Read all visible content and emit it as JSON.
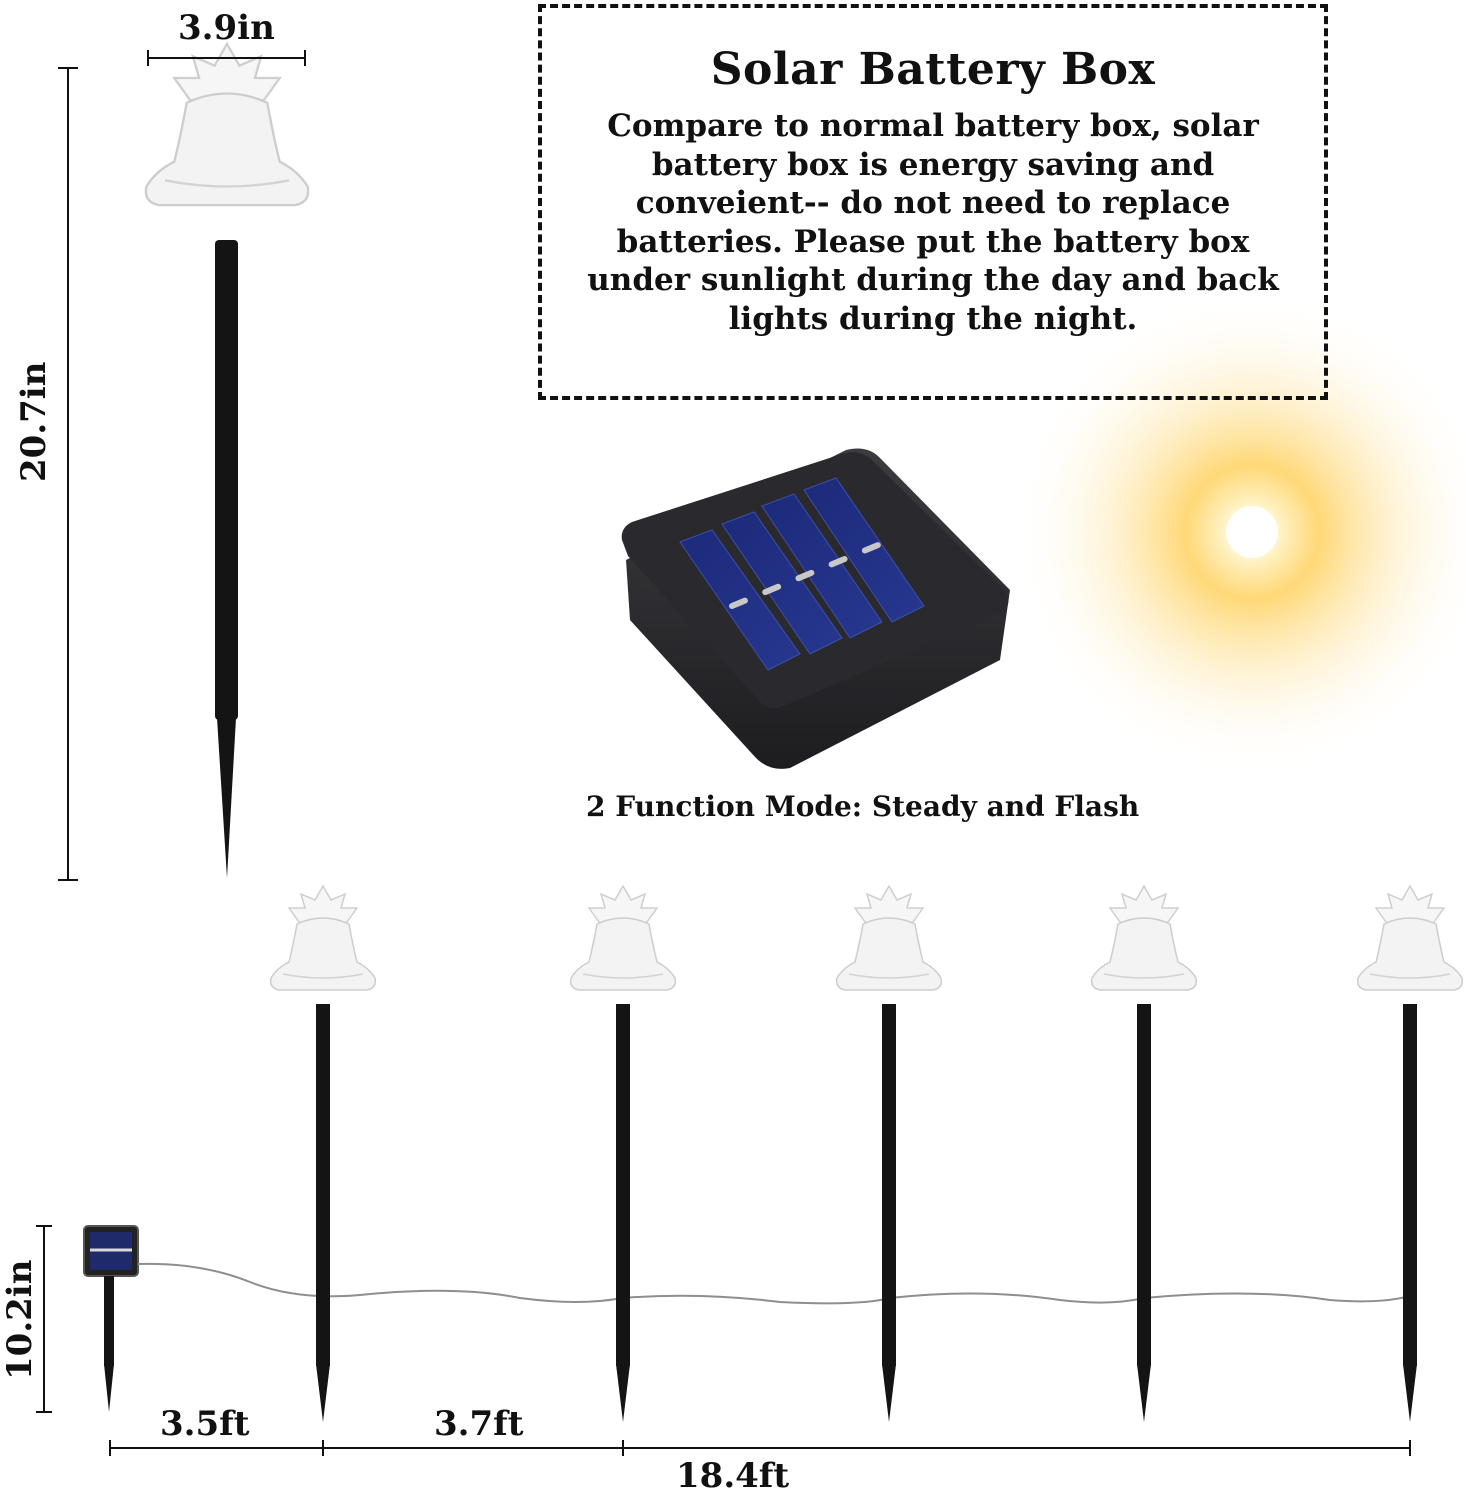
{
  "info_box": {
    "title": "Solar Battery Box",
    "body": "Compare to normal battery box, solar battery box is energy saving and conveient-- do not need to replace batteries. Please put the battery box under sunlight during the day and back lights during the night."
  },
  "mode_text": "2 Function Mode: Steady and Flash",
  "dimensions": {
    "topper_width": "3.9in",
    "stake_height": "20.7in",
    "panel_height": "10.2in",
    "lead_length": "3.5ft",
    "spacing": "3.7ft",
    "total_length": "18.4ft"
  },
  "colors": {
    "stake": "#141414",
    "bell": "#f4f4f4",
    "sun_glow": "#ffd060",
    "panel": "#1f2a6a"
  },
  "icons": [
    "bell-stake-icon",
    "solar-battery-box-icon",
    "sun-icon",
    "mini-solar-panel-icon"
  ]
}
